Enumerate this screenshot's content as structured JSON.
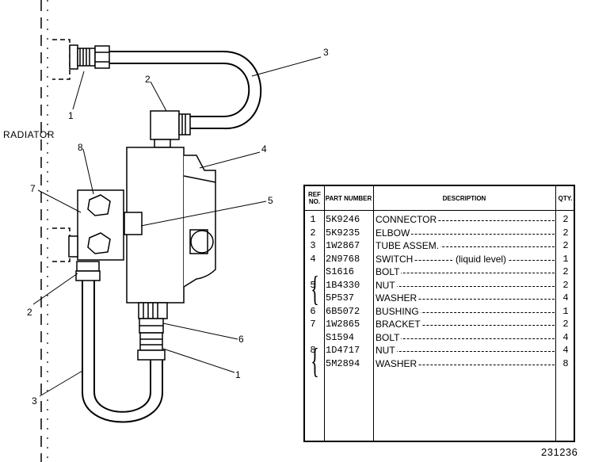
{
  "diagram": {
    "radiator_label": "RADIATOR",
    "figure_number": "231236",
    "callouts": [
      "3",
      "2",
      "1",
      "4",
      "8",
      "7",
      "5",
      "2",
      "6",
      "1",
      "3"
    ]
  },
  "parts_table": {
    "headers": {
      "ref": "REF NO.",
      "part": "PART NUMBER",
      "desc": "DESCRIPTION",
      "qty": "QTY."
    },
    "rows": [
      {
        "ref": "1",
        "part": "5K9246",
        "desc": "CONNECTOR",
        "note": "",
        "qty": "2"
      },
      {
        "ref": "2",
        "part": "5K9235",
        "desc": "ELBOW",
        "note": "",
        "qty": "2"
      },
      {
        "ref": "3",
        "part": "1W2867",
        "desc": "TUBE ASSEM.",
        "note": "",
        "qty": "2"
      },
      {
        "ref": "4",
        "part": "2N9768",
        "desc": "SWITCH",
        "note": "(liquid level)",
        "qty": "1"
      },
      {
        "ref": "",
        "part": "S1616",
        "desc": "BOLT",
        "note": "",
        "qty": "2"
      },
      {
        "ref": "5",
        "part": "1B4330",
        "desc": "NUT",
        "note": "",
        "qty": "2"
      },
      {
        "ref": "",
        "part": "5P537",
        "desc": "WASHER",
        "note": "",
        "qty": "4"
      },
      {
        "ref": "6",
        "part": "6B5072",
        "desc": "BUSHING",
        "note": "",
        "qty": "1"
      },
      {
        "ref": "7",
        "part": "1W2865",
        "desc": "BRACKET",
        "note": "",
        "qty": "2"
      },
      {
        "ref": "",
        "part": "S1594",
        "desc": "BOLT",
        "note": "",
        "qty": "4"
      },
      {
        "ref": "8",
        "part": "1D4717",
        "desc": "NUT",
        "note": "",
        "qty": "4"
      },
      {
        "ref": "",
        "part": "5M2894",
        "desc": "WASHER",
        "note": "",
        "qty": "8"
      }
    ]
  }
}
